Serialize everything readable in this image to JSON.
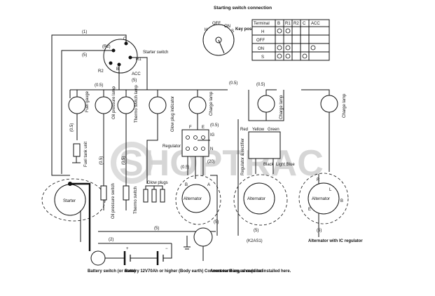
{
  "diagram": {
    "title_switch": "Starting switch connection",
    "watermark": "SHOPTRAC",
    "key_position_label": "Key position",
    "dial_labels": [
      "OFF",
      "ON",
      "S",
      "H"
    ],
    "table": {
      "header": [
        "Terminal",
        "B",
        "R1",
        "R2",
        "C",
        "ACC"
      ],
      "rows": [
        "H",
        "OFF",
        "ON",
        "S"
      ]
    },
    "starter_switch": {
      "label": "Starter switch",
      "terminals": [
        "C",
        "(R2)",
        "R1",
        "B",
        "R2",
        "ACC"
      ],
      "wire_tags": [
        "(1)",
        "(5)",
        "(0.5)",
        "(5)"
      ]
    },
    "lamps": [
      "Fuel gauge",
      "Oil pressure lamp",
      "Thermo switch lamp",
      "Glow plug indicator",
      "Charge lamp",
      "Charge lamp",
      "Charge lamp"
    ],
    "components": {
      "fuel_tank": "Fuel tank unit",
      "starter": "Starter",
      "oil_pressure_switch": "Oil pressure switch",
      "thermo_switch": "Thermo switch",
      "glow_plugs": "Glow plugs",
      "regulator": "Regulator",
      "alternator": "Alternator",
      "regulator_rectifier": "Regulator & rectifier",
      "alternator_ic": "Alternator with IC regulator",
      "battery_switch": "Battery switch (or none)",
      "battery": "Battery 12V70Ah or higher",
      "body_earth": "(Body earth) Connect earthing as required",
      "ammeter": "Ammeter if any should be installed here.",
      "model_tag": "(K2AS1)"
    },
    "connector_colors": [
      "Red",
      "Yellow",
      "Green",
      "Black",
      "Light Blue"
    ],
    "terminal_letters": [
      "F",
      "E",
      "IG",
      "N",
      "B",
      "A",
      "R",
      "L",
      "E",
      "B"
    ],
    "wire_sizes": [
      "(0.5)",
      "(0.5)",
      "(0.5)",
      "(0.5)",
      "(0.5)",
      "(0.5)",
      "(0.5)",
      "(5)",
      "(2)",
      "(5)",
      "(5)",
      "(5)",
      "(20)"
    ]
  }
}
